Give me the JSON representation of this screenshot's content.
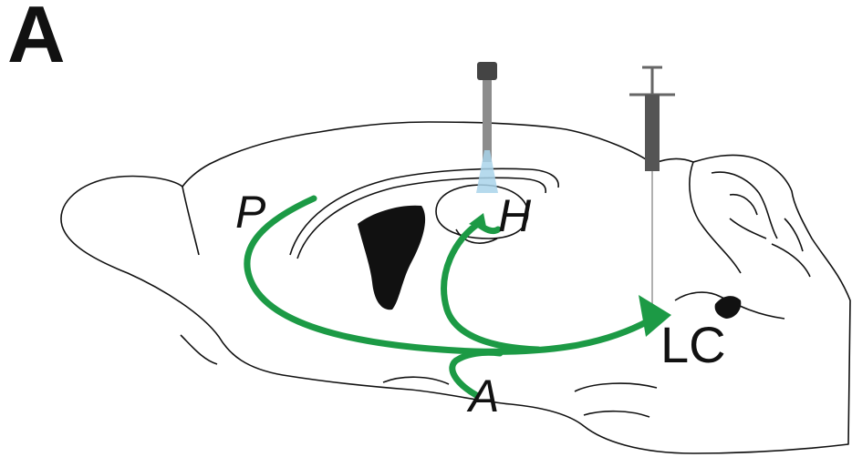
{
  "panel_label": "A",
  "labels": {
    "prefrontal": "P",
    "hippocampus": "H",
    "amygdala": "A",
    "locus_coeruleus": "LC"
  },
  "colors": {
    "projection": "#1c9a45",
    "outline": "#111111",
    "fiber_tip": "#a9d4ea",
    "syringe": "#555555"
  },
  "icons": {
    "optic-fiber": "optic-fiber-icon",
    "injection-syringe": "syringe-icon"
  }
}
